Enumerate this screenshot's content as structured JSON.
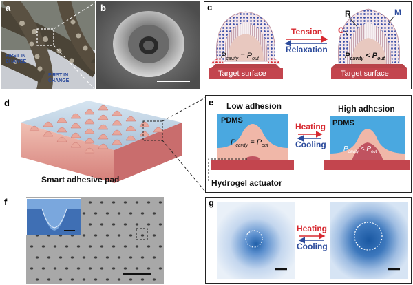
{
  "panels": {
    "a": {
      "label": "a",
      "sign_lines": [
        "FIRST IN",
        "CHANGE",
        "FIRST IN",
        "CHANGE"
      ]
    },
    "b": {
      "label": "b"
    },
    "c": {
      "label": "c",
      "left_eq": "P",
      "left_eq_sub1": "cavity",
      "left_eq_mid": " = P",
      "left_eq_sub2": "out",
      "right_eq": "P",
      "right_eq_sub1": "cavity",
      "right_eq_mid": " < P",
      "right_eq_sub2": "out",
      "tension": "Tension",
      "relaxation": "Relaxation",
      "target_left": "Target surface",
      "target_right": "Target surface",
      "mark_R": "R",
      "mark_M": "M",
      "mark_C": "C"
    },
    "d": {
      "label": "d",
      "caption": "Smart adhesive pad"
    },
    "e": {
      "label": "e",
      "low": "Low adhesion",
      "high": "High adhesion",
      "pdms_left": "PDMS",
      "pdms_right": "PDMS",
      "heating": "Heating",
      "cooling": "Cooling",
      "left_eq": "P",
      "left_eq_sub1": "cavity",
      "left_eq_mid": " = P",
      "left_eq_sub2": "out",
      "right_eq": "P",
      "right_eq_sub1": "cavity",
      "right_eq_mid": " < P",
      "right_eq_sub2": "out",
      "hydrogel": "Hydrogel actuator"
    },
    "f": {
      "label": "f"
    },
    "g": {
      "label": "g",
      "heating": "Heating",
      "cooling": "Cooling"
    }
  },
  "colors": {
    "accent_red": "#d7282f",
    "accent_blue": "#2b4a9b",
    "pdms_blue": "#4aa8e0",
    "gel_pink": "#f0b7a8",
    "target_red": "#b8434a"
  }
}
